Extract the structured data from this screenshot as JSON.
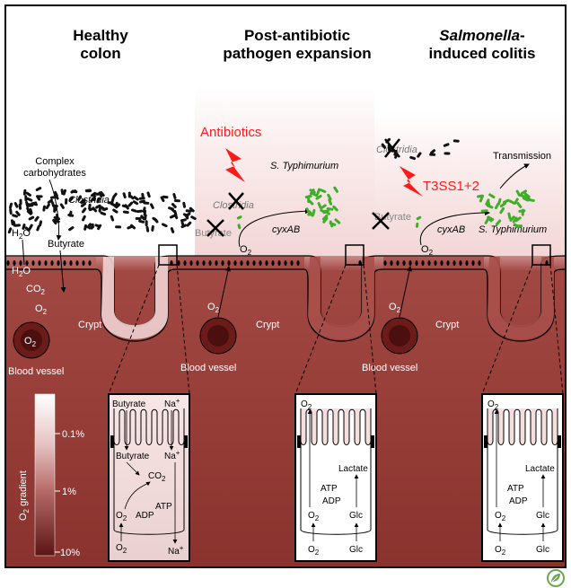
{
  "titles": {
    "healthy_line1": "Healthy",
    "healthy_line2": "colon",
    "post_line1": "Post-antibiotic",
    "post_line2": "pathogen expansion",
    "salm_line1": "Salmonella",
    "salm_line1_suffix": "-",
    "salm_line2": "induced colitis"
  },
  "labels": {
    "complex_carbs_1": "Complex",
    "complex_carbs_2": "carbohydrates",
    "clostridia": "Clostridia",
    "h2o": "H",
    "h2o_sub": "2",
    "h2o_tail": "O",
    "butyrate": "Butyrate",
    "co2": "CO",
    "co2_sub": "2",
    "o2": "O",
    "o2_sub": "2",
    "crypt": "Crypt",
    "blood_vessel": "Blood vessel",
    "antibiotics": "Antibiotics",
    "s_typhimurium": "S. Typhimurium",
    "cyxab": "cyxAB",
    "t3ss": "T3SS1+2",
    "transmission": "Transmission",
    "lactate": "Lactate",
    "atp": "ATP",
    "adp": "ADP",
    "glc": "Glc",
    "na": "Na",
    "na_sup": "+"
  },
  "scale": {
    "title": "O",
    "title_sub": "2",
    "title_tail": " gradient",
    "ticks": [
      "0.1%",
      "1%",
      "10%"
    ]
  },
  "colors": {
    "tissue": "#9a3b35",
    "tissue_dark": "#5a1414",
    "lumen_pink": "#f6dede",
    "antibiotic_red": "#ff1a1a",
    "bacteria_green": "#46b02e",
    "clostridia_black": "#111111"
  },
  "logo": {
    "icon": "cell-press-leaf-icon"
  }
}
